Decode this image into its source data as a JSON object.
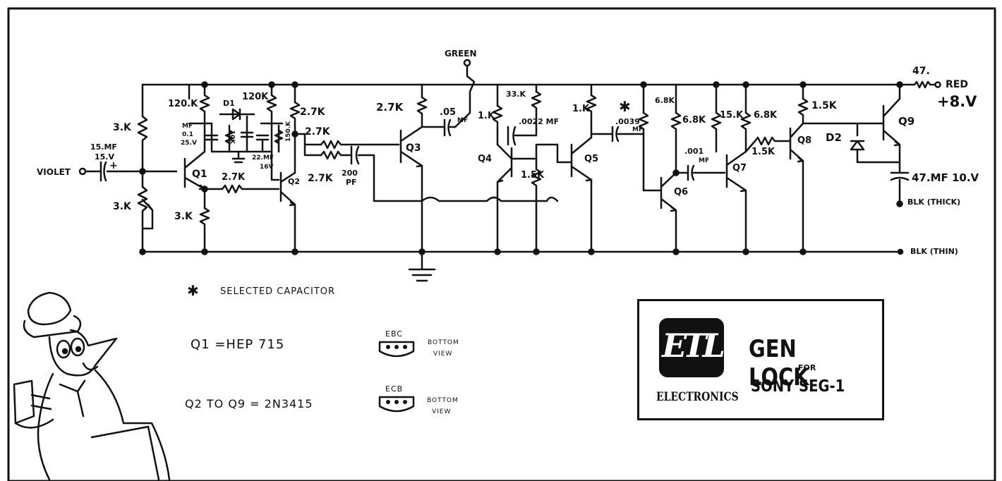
{
  "labels": {
    "green": "GREEN",
    "red": "RED",
    "plus8v": "+8.V",
    "r47": "47.",
    "violet": "VIOLET",
    "cap_in_value": "15.MF",
    "cap_in_voltage": "15.V",
    "plus_sign": "+",
    "r3k_top": "3.K",
    "r3k_pot": "3.K",
    "r3k_bottom": "3.K",
    "r120k_left": "120.K",
    "d1": "D1",
    "r120k_right": "120K",
    "c_mf_label": "MF",
    "c_01": "0.1",
    "c_25v": "25.V",
    "r10k": "10K",
    "r150k": "150.K",
    "c_22mf": "22.MF",
    "c_16v": "16V",
    "r27k_q1q2": "2.7K",
    "q1": "Q1",
    "q2": "Q2",
    "r27k_q2c": "2.7K",
    "r27k_mid1": "2.7K",
    "r27k_mid2": "2.7K",
    "c200pf_value": "200",
    "c200pf_unit": "PF",
    "r27k_q3": "2.7K",
    "q3": "Q3",
    "c05": ".05",
    "c05_unit": "MF",
    "r1k_q4": "1.K",
    "r33k": "33.K",
    "c0022": ".0022 MF",
    "q4": "Q4",
    "r15k_q4": "1.5K",
    "r1k_q5": "1.K",
    "q5": "Q5",
    "star": "✱",
    "c0039": ".0039",
    "c0039_unit": "MF",
    "r68k_a": "6.8K",
    "r68k_b": "6.8K",
    "r15k_c": "15.K",
    "r68k_c": "6.8K",
    "c001": ".001",
    "c001_unit": "MF",
    "q6": "Q6",
    "q7": "Q7",
    "r15k_q7": "1.5K",
    "q8": "Q8",
    "r15k_q8": "1.5K",
    "d2": "D2",
    "q9": "Q9",
    "c47mf": "47.MF 10.V",
    "blk_thick": "BLK (THICK)",
    "blk_thin": "BLK (THIN)"
  },
  "legend": {
    "selected_capacitor": "SELECTED CAPACITOR",
    "q1_spec": "Q1 =HEP 715",
    "q2_q9_spec": "Q2 TO Q9 = 2N3415",
    "ebc": "EBC",
    "ecb": "ECB",
    "bottom": "BOTTOM",
    "view": "VIEW"
  },
  "logo": {
    "mark": "ETL",
    "company": "ELECTRONICS",
    "title": "GEN LOCK",
    "for": "FOR",
    "subtitle": "SONY SEG-1"
  }
}
